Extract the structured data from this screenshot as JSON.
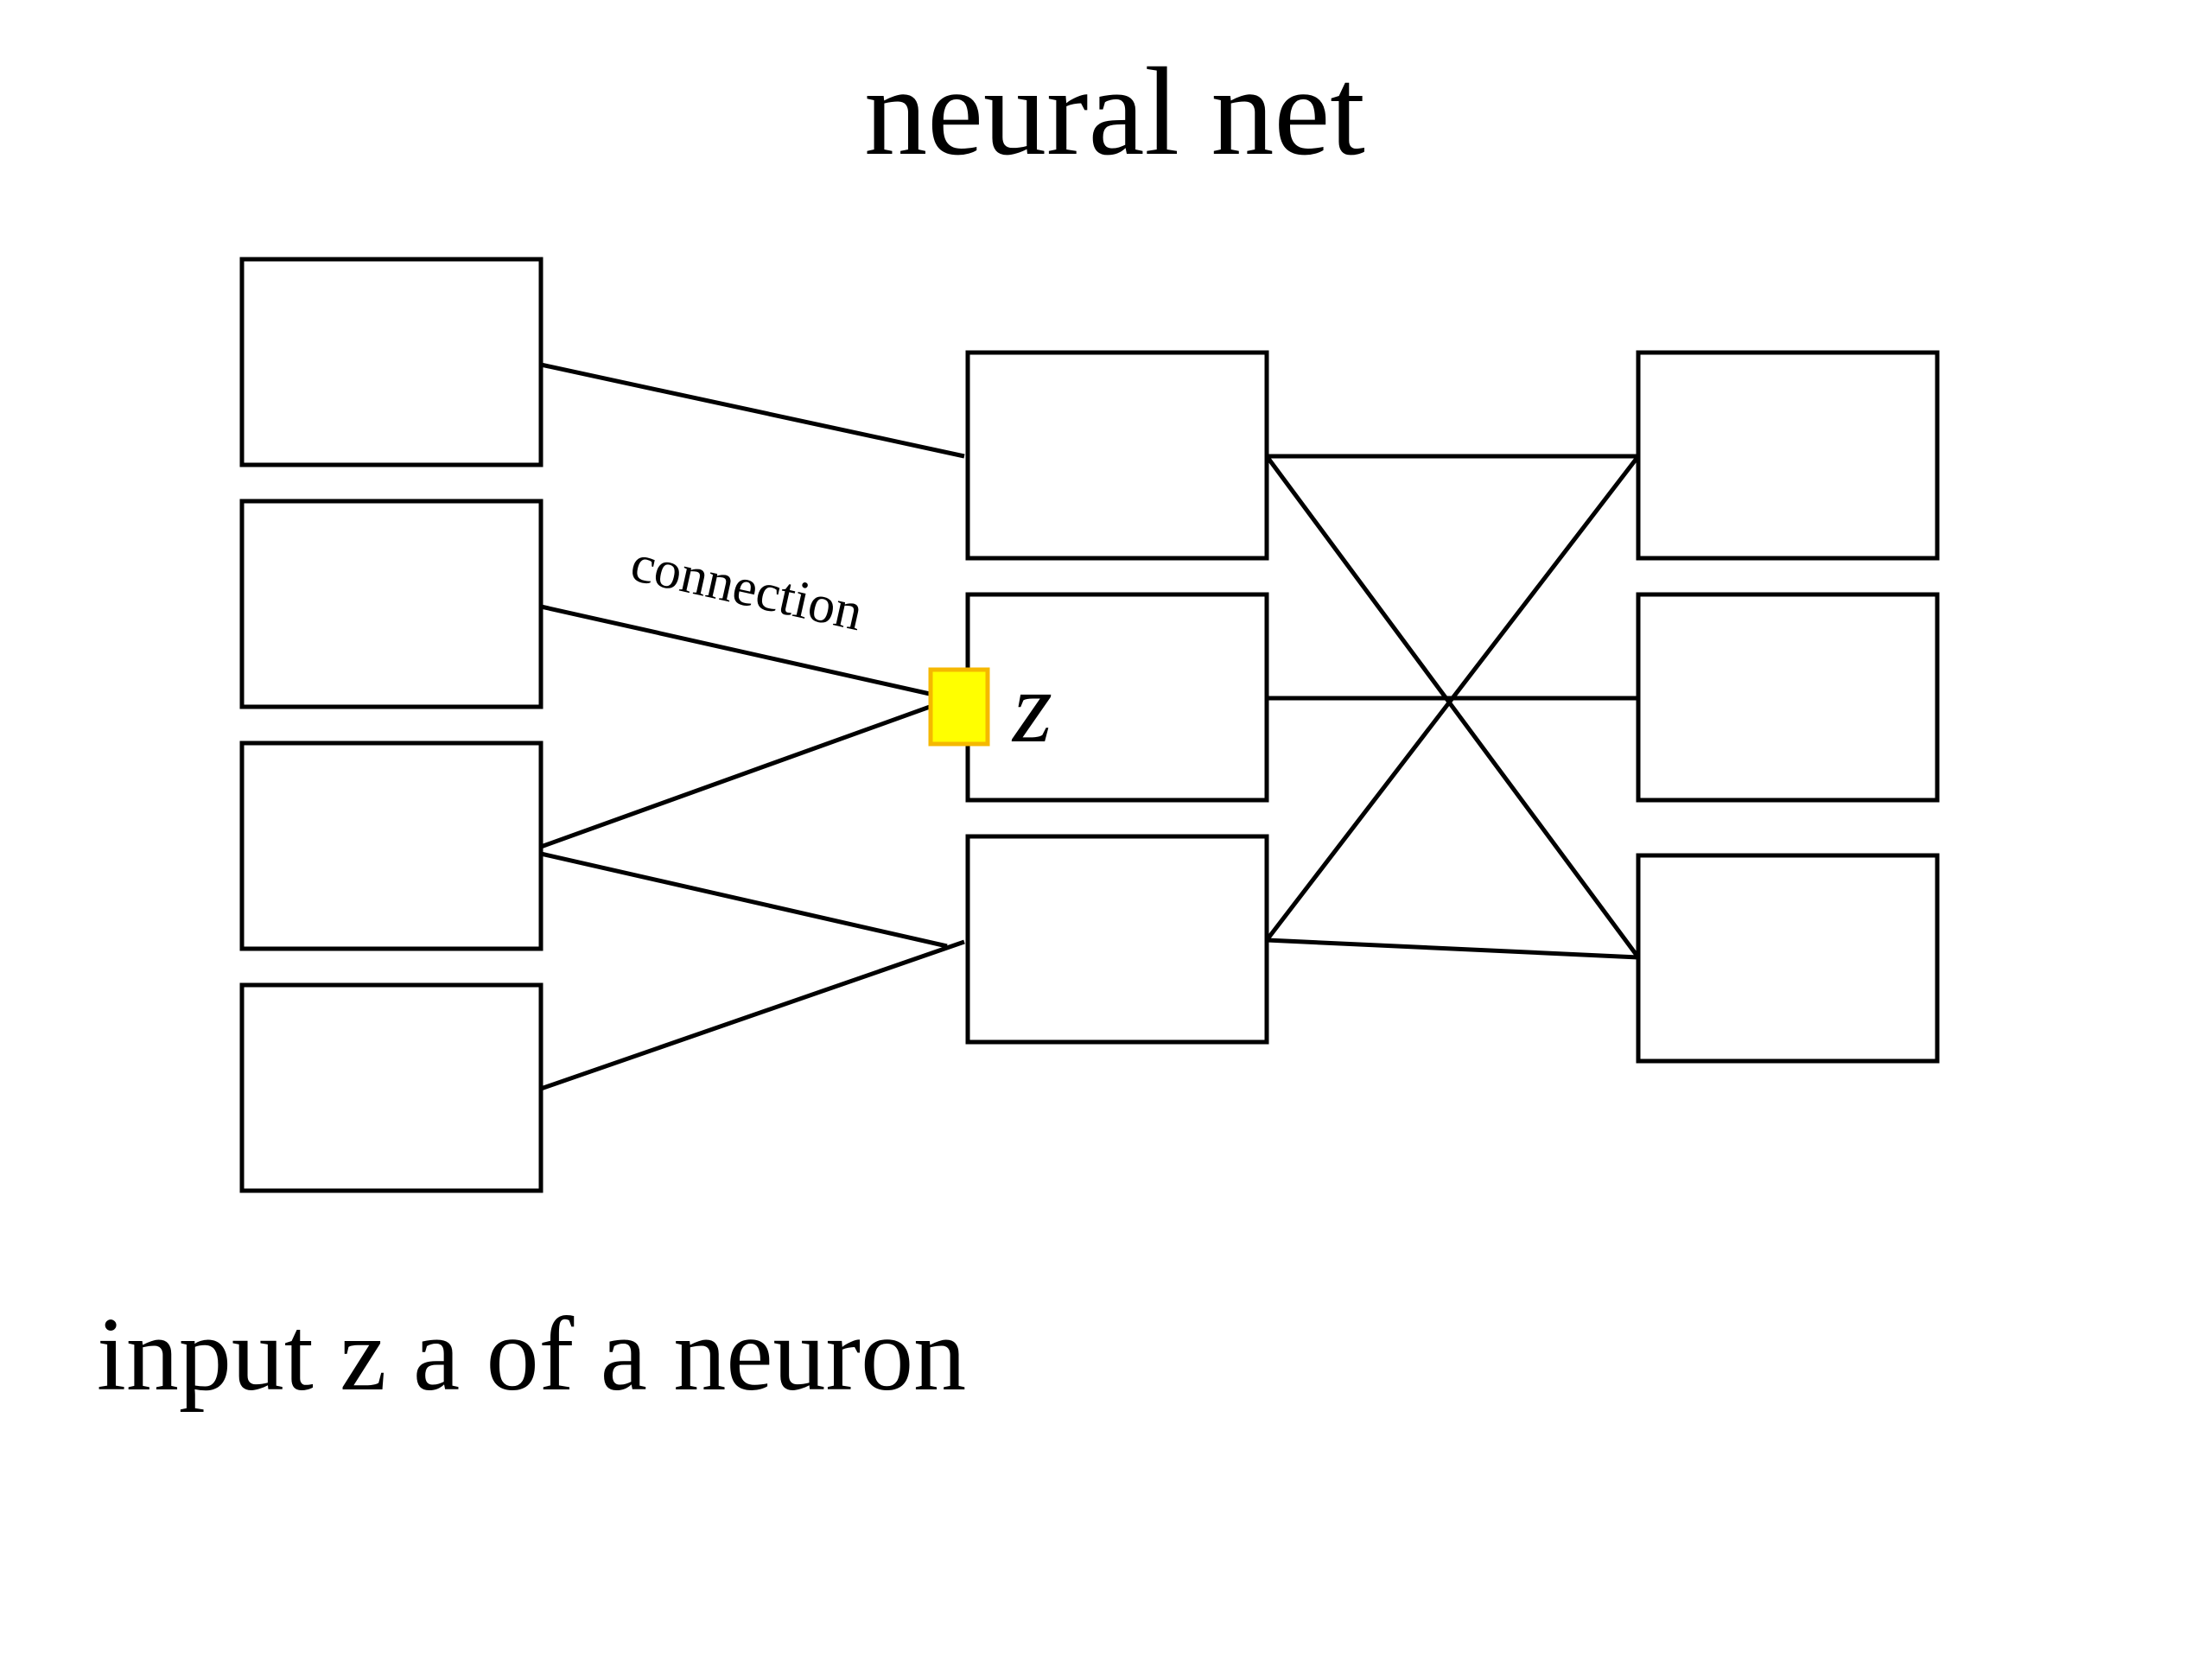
{
  "slide": {
    "title": "neural net",
    "caption": "input z a of a neuron"
  },
  "diagram": {
    "connection_label": "connection",
    "input_marker_label": "z",
    "layers": [
      {
        "id": "input-layer",
        "neurons": 4
      },
      {
        "id": "hidden-layer",
        "neurons": 3
      },
      {
        "id": "output-layer",
        "neurons": 3
      }
    ],
    "highlight": {
      "neuron": "hidden-2",
      "color": "#FFFF00",
      "border_color": "#F5B800"
    },
    "line_color": "#000000"
  }
}
